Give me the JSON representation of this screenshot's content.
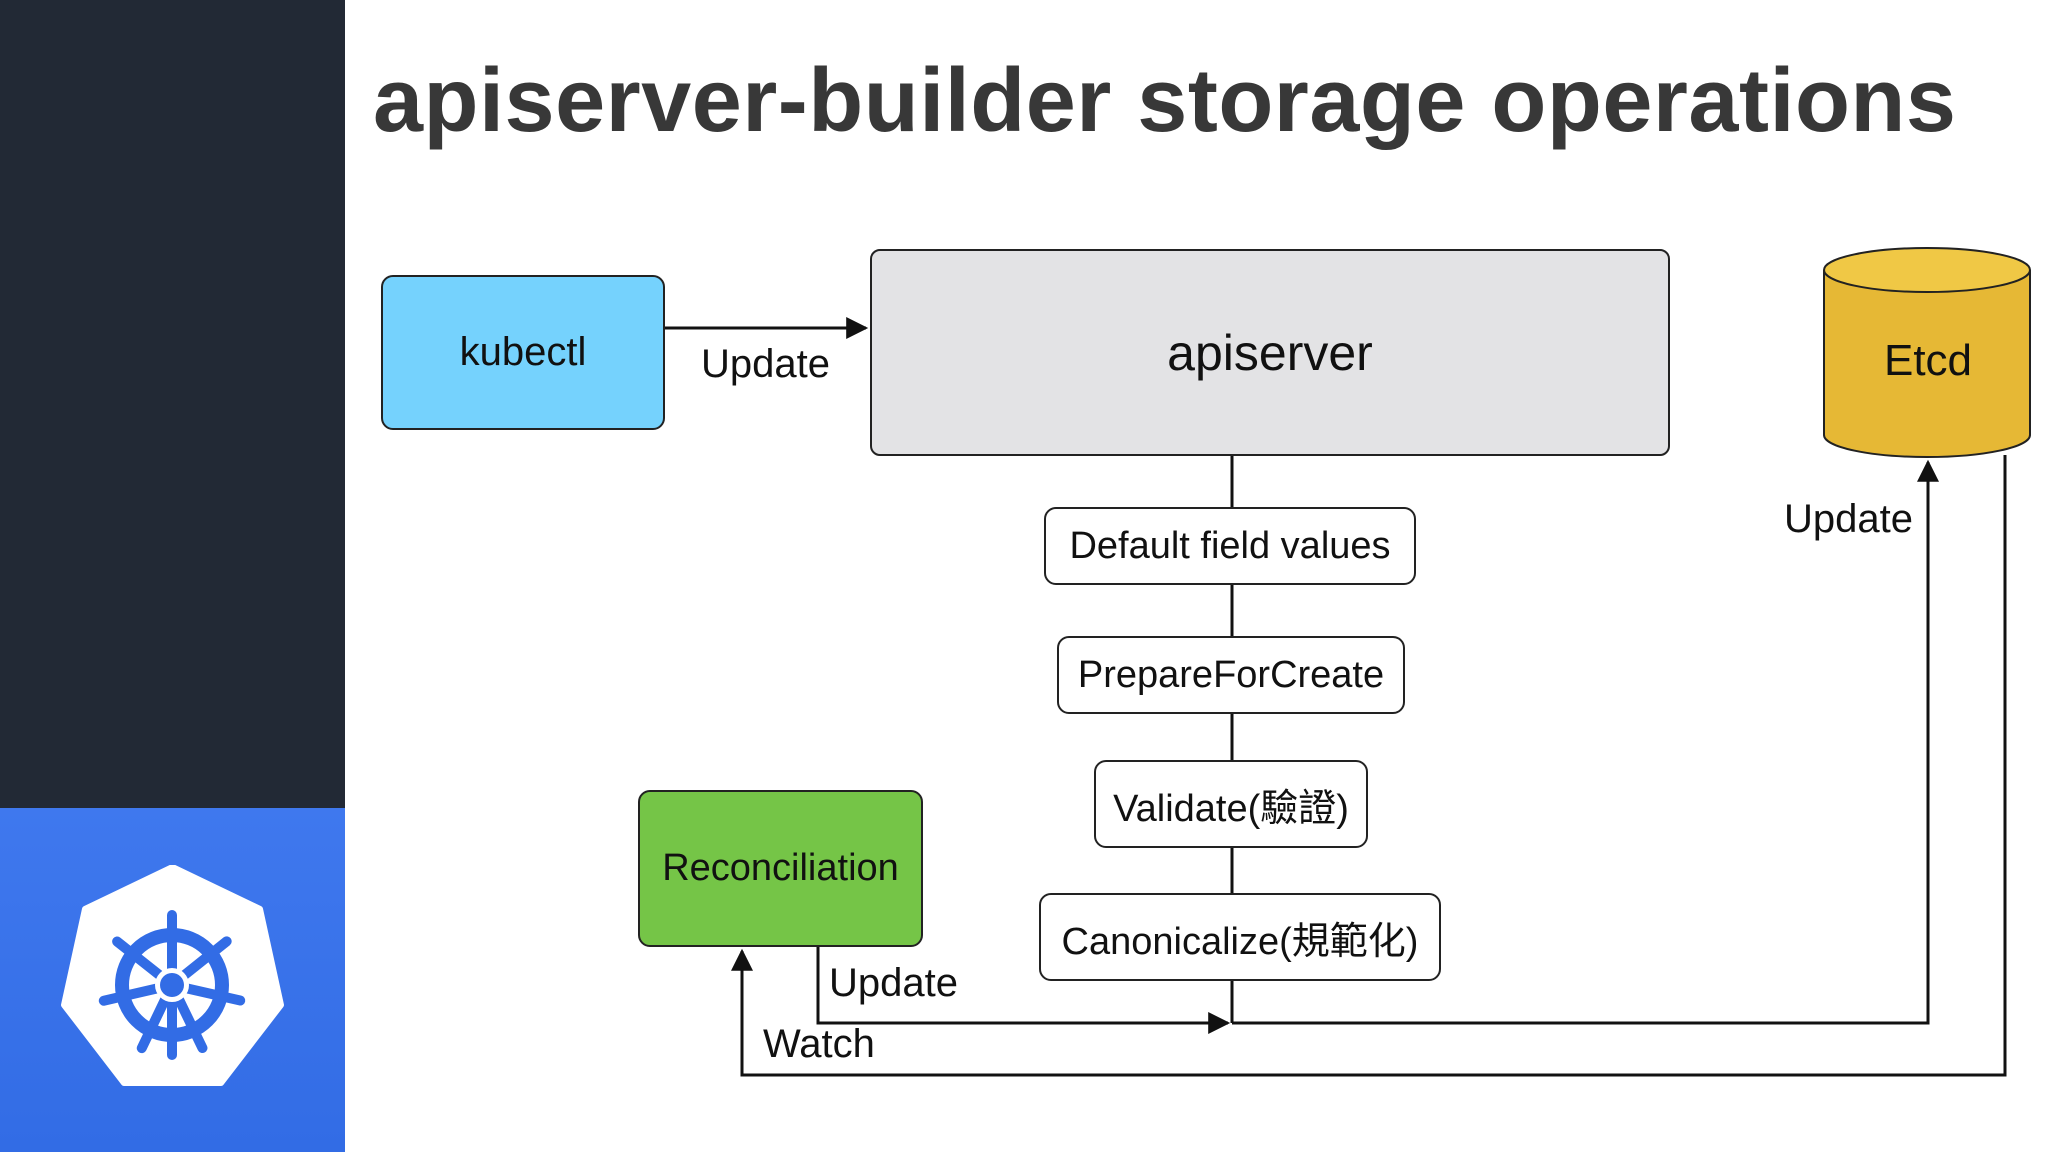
{
  "slide": {
    "title": "apiserver-builder storage operations"
  },
  "nodes": {
    "kubectl": "kubectl",
    "apiserver": "apiserver",
    "etcd": "Etcd",
    "default_field_values": "Default field values",
    "prepare_for_create": "PrepareForCreate",
    "validate": "Validate(驗證)",
    "canonicalize": "Canonicalize(規範化)",
    "reconciliation": "Reconciliation"
  },
  "edges": {
    "kubectl_to_apiserver": "Update",
    "pipeline_to_etcd": "Update",
    "reconciliation_update": "Update",
    "etcd_watch": "Watch"
  },
  "colors": {
    "kubectl_fill": "#75d2fd",
    "apiserver_fill": "#e3e3e5",
    "etcd_fill": "#e6b835",
    "reconciliation_fill": "#75c547",
    "sidebar_dark": "#222935",
    "sidebar_blue": "#326ce5"
  },
  "icons": {
    "logo": "kubernetes-helm-wheel-icon"
  }
}
